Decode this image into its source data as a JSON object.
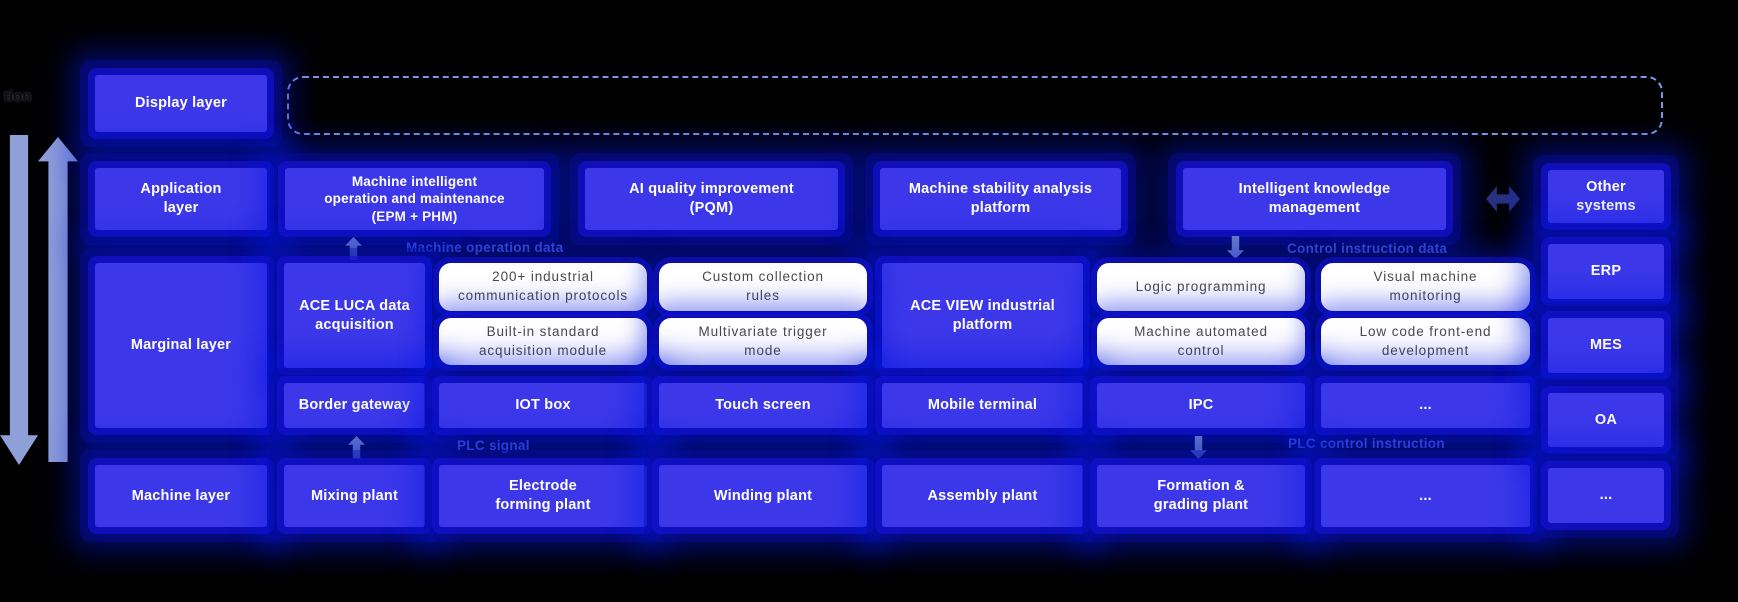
{
  "diagram": {
    "clipped_fragment": "tion",
    "layer_labels": {
      "display": "Display layer",
      "application": "Application\nlayer",
      "marginal": "Marginal layer",
      "machine": "Machine layer"
    },
    "app_row": {
      "miom": "Machine intelligent\noperation and maintenance\n(EPM + PHM)",
      "pqm": "AI quality improvement\n(PQM)",
      "msa": "Machine stability analysis\nplatform",
      "ikm": "Intelligent knowledge\nmanagement",
      "other": "Other\nsystems"
    },
    "marginal_row": {
      "ace_luca": "ACE LUCA data\nacquisition",
      "protocols": "200+ industrial\ncommunication protocols",
      "builtin": "Built-in standard\nacquisition module",
      "custom_rules": "Custom collection\nrules",
      "multivariate": "Multivariate trigger\nmode",
      "ace_view": "ACE VIEW industrial\nplatform",
      "logic": "Logic programming",
      "auto_control": "Machine automated\ncontrol",
      "visual_monitoring": "Visual machine\nmonitoring",
      "low_code": "Low code front-end\ndevelopment"
    },
    "device_row": {
      "border_gateway": "Border gateway",
      "iot_box": "IOT box",
      "touch_screen": "Touch screen",
      "mobile_terminal": "Mobile terminal",
      "ipc": "IPC",
      "more": "..."
    },
    "machine_row": {
      "mixing": "Mixing plant",
      "electrode": "Electrode\nforming plant",
      "winding": "Winding plant",
      "assembly": "Assembly plant",
      "formation": "Formation &\ngrading plant",
      "more": "..."
    },
    "external": {
      "erp": "ERP",
      "mes": "MES",
      "oa": "OA",
      "more": "..."
    },
    "flow_labels": {
      "machine_operation_data": "Machine operation data",
      "control_instruction_data": "Control instruction data",
      "plc_signal": "PLC signal",
      "plc_control_instruction": "PLC control instruction"
    },
    "colors": {
      "box_blue": "#3c38ea",
      "glow_blue": "#0016e1",
      "label_indigo": "#3d4ed8",
      "big_arrow": "#8fa0d8",
      "small_arrow": "#6c80c4",
      "bidirectional_arrow": "#273380",
      "dashed_border": "#7d95e8",
      "white_box_text": "#4a4a4a"
    }
  }
}
